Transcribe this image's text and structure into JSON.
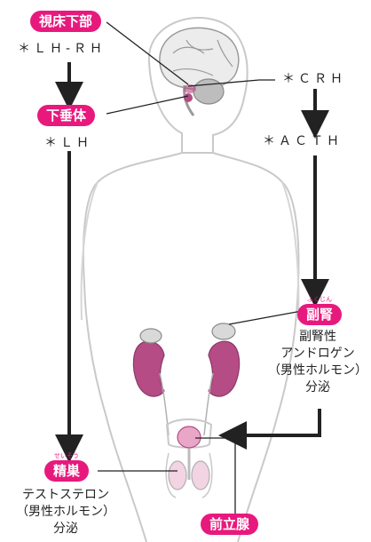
{
  "pills": {
    "hypothalamus": "視床下部",
    "pituitary": "下垂体",
    "adrenal": "副腎",
    "adrenal_ruby": "ふくじん",
    "testes": "精巣",
    "testes_ruby": "せいそう",
    "prostate": "前立腺"
  },
  "hormones": {
    "lhrh": "＊ＬＨ-ＲＨ",
    "lh": "＊ＬＨ",
    "crh": "＊ＣＲＨ",
    "acth": "＊ＡＣＴＨ"
  },
  "adrenal_text": [
    "副腎性",
    "アンドロゲン",
    "（男性ホルモン）",
    "分泌"
  ],
  "testes_text": [
    "テストステロン",
    "（男性ホルモン）",
    "分泌"
  ],
  "colors": {
    "accent": "#e8197d",
    "organ": "#b54c86",
    "body_outline": "#c9c9c9"
  }
}
